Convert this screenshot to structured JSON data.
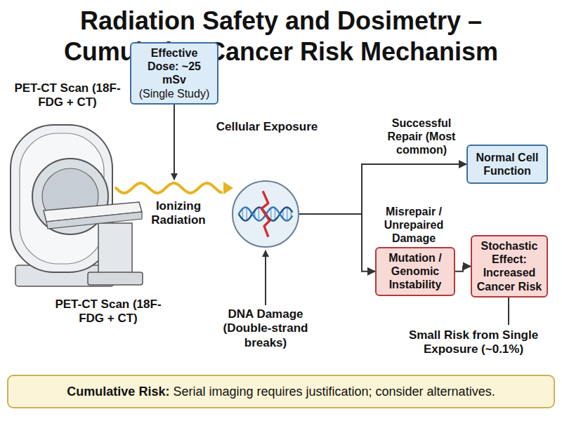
{
  "diagram": {
    "title": "Radiation Safety and Dosimetry – Cumulative Cancer Risk Mechanism",
    "nodes": [
      {
        "text": [
          "Effective Dose: ~25 mSv",
          "(Single Study)"
        ]
      },
      {
        "text": [
          "Cellular Exposure"
        ]
      },
      {
        "text": [
          "Normal Cell Function"
        ]
      },
      {
        "text": [
          "Mutation / Genomic Instability"
        ]
      },
      {
        "text": [
          "Stochastic Effect: Increased Cancer Risk"
        ]
      },
      {
        "text": [
          "Cumulative Risk:",
          "Serial imaging requires justification; consider alternatives."
        ]
      }
    ],
    "edges": [
      {
        "from": 1,
        "to": 2,
        "arrow": "to",
        "label": "Successful Repair (Most common)"
      },
      {
        "from": 1,
        "to": 3,
        "arrow": "to",
        "label": "Misrepair / Unrepaired Damage"
      },
      {
        "from": 3,
        "to": 4,
        "arrow": "to"
      }
    ],
    "labels": [
      "PET-CT Scan (18F-FDG + CT)",
      "Ionizing Radiation",
      "DNA Damage (Double-strand breaks)",
      "Small Risk from Single Exposure (~0.1%)",
      "PET-CT Scan (18F-FDG + CT)"
    ]
  }
}
